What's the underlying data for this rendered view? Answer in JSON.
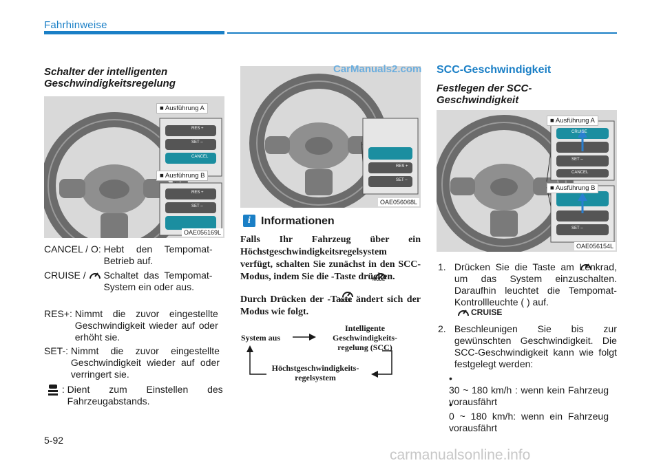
{
  "header": {
    "section_title": "Fahrhinweise"
  },
  "page_number": "5-92",
  "watermarks": {
    "top": "CarManuals2.com",
    "bottom": "carmanualsonline.info"
  },
  "left_column": {
    "heading": "Schalter der intelligenten Geschwindigkeitsregelung",
    "figure": {
      "code": "OAE056169L",
      "variant_a": "■ Ausführung A",
      "variant_b": "■ Ausführung B",
      "button_labels": [
        "RES +",
        "SET –",
        "CANCEL",
        "RES +",
        "SET –"
      ]
    },
    "definitions": [
      {
        "term": "CANCEL / O:",
        "desc": "Hebt den Tempomat-Betrieb auf."
      },
      {
        "term": "CRUISE /",
        "desc": "Schaltet das Tempomat-System ein oder aus."
      },
      {
        "term": "RES+:",
        "desc": "Nimmt die zuvor eingestellte Geschwindigkeit wieder auf oder erhöht sie."
      },
      {
        "term": "SET-:",
        "desc": "Nimmt die zuvor eingestellte Geschwindigkeit wieder auf oder verringert sie."
      },
      {
        "term": ":",
        "desc": "Dient zum Einstellen des Fahrzeugabstands."
      }
    ]
  },
  "middle_column": {
    "figure": {
      "code": "OAE056068L",
      "button_labels": [
        "RES +",
        "SET –"
      ]
    },
    "info_icon": "i",
    "info_title": "Informationen",
    "para1": "Falls Ihr Fahrzeug über ein Höchstgeschwindigkeitsregelsystem verfügt, schalten Sie zunächst in den SCC-Modus, indem Sie die -Taste drücken.",
    "para2": "Durch Drücken der -Taste ändert sich der Modus wie folgt.",
    "mode_caption": "MODE",
    "diagram": {
      "system_off": "System aus",
      "scc": "Intelligente Geschwindigkeits-regelung (SCC)",
      "speed_limiter": "Höchstgeschwindigkeits-regelsystem"
    }
  },
  "right_column": {
    "heading": "SCC-Geschwindigkeit",
    "subheading": "Festlegen der SCC-Geschwindigkeit",
    "figure": {
      "code": "OAE056154L",
      "variant_a": "■ Ausführung A",
      "variant_b": "■ Ausführung B",
      "button_labels": [
        "CRUISE",
        "SET –",
        "CANCEL",
        "SET –"
      ]
    },
    "cruise_label": "CRUISE",
    "steps": [
      {
        "num": "1.",
        "text": "Drücken Sie die Taste am Lenkrad, um das System einzuschalten. Daraufhin leuchtet die Tempomat-Kontrollleuchte ( ) auf."
      },
      {
        "num": "2.",
        "text": "Beschleunigen Sie bis zur gewünschten Geschwindigkeit. Die SCC-Geschwindigkeit kann wie folgt festgelegt werden:"
      }
    ],
    "bullets": [
      "30 ~ 180 km/h : wenn kein Fahrzeug vorausfährt",
      "0 ~ 180 km/h: wenn ein Fahrzeug vorausfährt"
    ]
  },
  "icons": {
    "cruise": "cruise-speedometer-icon",
    "distance": "vehicle-distance-icon",
    "info": "info-icon",
    "arrow": "arrow-icon"
  }
}
